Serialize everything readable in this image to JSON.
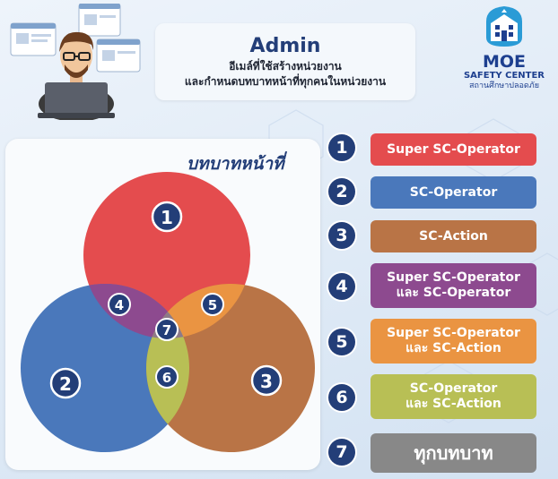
{
  "header": {
    "title": "Admin",
    "line1": "อีเมล์ที่ใช้สร้างหน่วยงาน",
    "line2": "และกำหนดบทบาทหน้าที่ทุกคนในหน่วยงาน"
  },
  "logo": {
    "name": "MOE",
    "tagline": "SAFETY CENTER",
    "subtitle": "สถานศึกษาปลอดภัย"
  },
  "diagram": {
    "title": "บทบาทหน้าที่",
    "regions": [
      "1",
      "2",
      "3",
      "4",
      "5",
      "6",
      "7"
    ]
  },
  "legend": [
    {
      "num": "1",
      "line1": "Super SC-Operator",
      "line2": "",
      "color": "#e44c4e"
    },
    {
      "num": "2",
      "line1": "SC-Operator",
      "line2": "",
      "color": "#4a78bb"
    },
    {
      "num": "3",
      "line1": "SC-Action",
      "line2": "",
      "color": "#b97446"
    },
    {
      "num": "4",
      "line1": "Super SC-Operator",
      "line2": "และ SC-Operator",
      "color": "#8d4a8f"
    },
    {
      "num": "5",
      "line1": "Super SC-Operator",
      "line2": "และ SC-Action",
      "color": "#ea9442"
    },
    {
      "num": "6",
      "line1": "SC-Operator",
      "line2": "และ SC-Action",
      "color": "#b8bf55"
    },
    {
      "num": "7",
      "line1": "ทุกบทบาท",
      "line2": "",
      "color": "#888888"
    }
  ]
}
